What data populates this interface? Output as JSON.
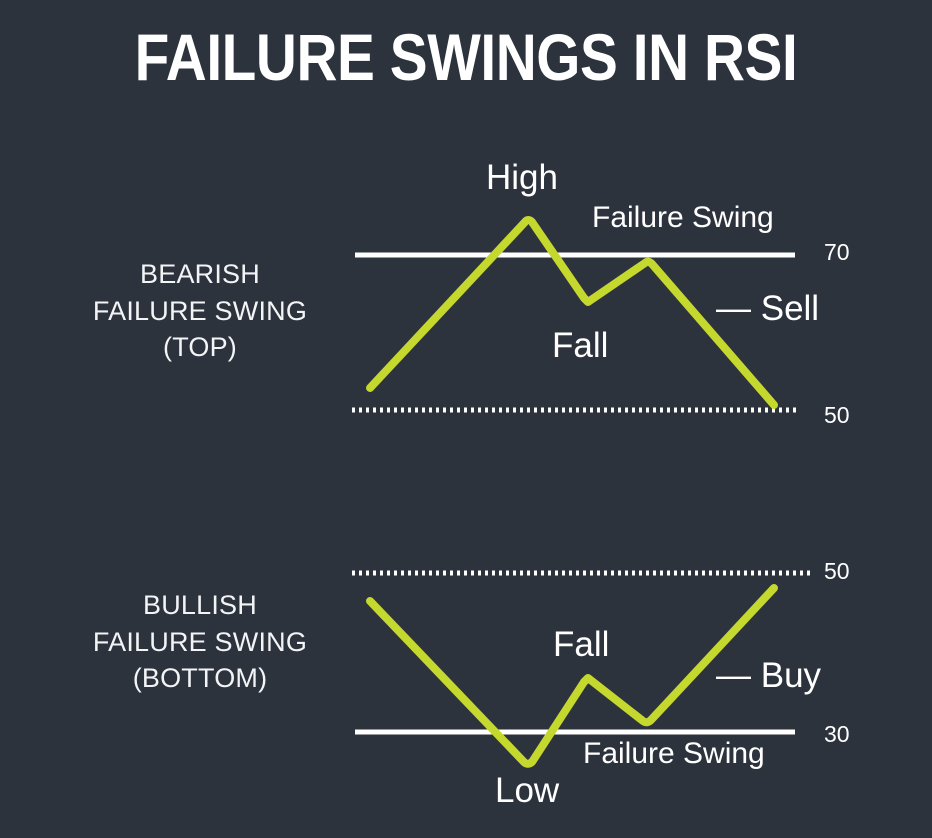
{
  "page": {
    "title": "FAILURE SWINGS IN RSI",
    "background_color": "#2d333d",
    "line_color": "#c5d82e",
    "level_color": "#ffffff",
    "text_color": "#ffffff"
  },
  "bearish": {
    "caption_line1": "BEARISH",
    "caption_line2": "FAILURE SWING",
    "caption_line3": "(TOP)",
    "labels": {
      "high": "High",
      "failure_swing": "Failure Swing",
      "fall": "Fall",
      "signal": "— Sell"
    },
    "axis": {
      "upper": "70",
      "lower": "50"
    }
  },
  "bullish": {
    "caption_line1": "BULLISH",
    "caption_line2": "FAILURE SWING",
    "caption_line3": "(BOTTOM)",
    "labels": {
      "fall": "Fall",
      "signal": "— Buy",
      "failure_swing": "Failure Swing",
      "low": "Low"
    },
    "axis": {
      "upper": "50",
      "lower": "30"
    }
  },
  "chart_data": [
    {
      "type": "line",
      "title": "Bearish Failure Swing (Top)",
      "series": [
        {
          "name": "RSI",
          "points": [
            {
              "x": 0,
              "y": 55
            },
            {
              "x": 38,
              "y": 76
            },
            {
              "x": 54,
              "y": 64
            },
            {
              "x": 68,
              "y": 72
            },
            {
              "x": 100,
              "y": 50
            }
          ]
        }
      ],
      "levels": [
        {
          "value": 70,
          "style": "solid",
          "label": "70"
        },
        {
          "value": 50,
          "style": "dotted",
          "label": "50"
        }
      ],
      "annotations": [
        "High",
        "Failure Swing",
        "Fall",
        "— Sell"
      ],
      "ylim": [
        48,
        80
      ],
      "grid": false,
      "legend": "none"
    },
    {
      "type": "line",
      "title": "Bullish Failure Swing (Bottom)",
      "series": [
        {
          "name": "RSI",
          "points": [
            {
              "x": 0,
              "y": 47
            },
            {
              "x": 38,
              "y": 26
            },
            {
              "x": 54,
              "y": 38
            },
            {
              "x": 68,
              "y": 30
            },
            {
              "x": 100,
              "y": 49
            }
          ]
        }
      ],
      "levels": [
        {
          "value": 50,
          "style": "dotted",
          "label": "50"
        },
        {
          "value": 30,
          "style": "solid",
          "label": "30"
        }
      ],
      "annotations": [
        "Fall",
        "— Buy",
        "Failure Swing",
        "Low"
      ],
      "ylim": [
        22,
        52
      ],
      "grid": false,
      "legend": "none"
    }
  ]
}
